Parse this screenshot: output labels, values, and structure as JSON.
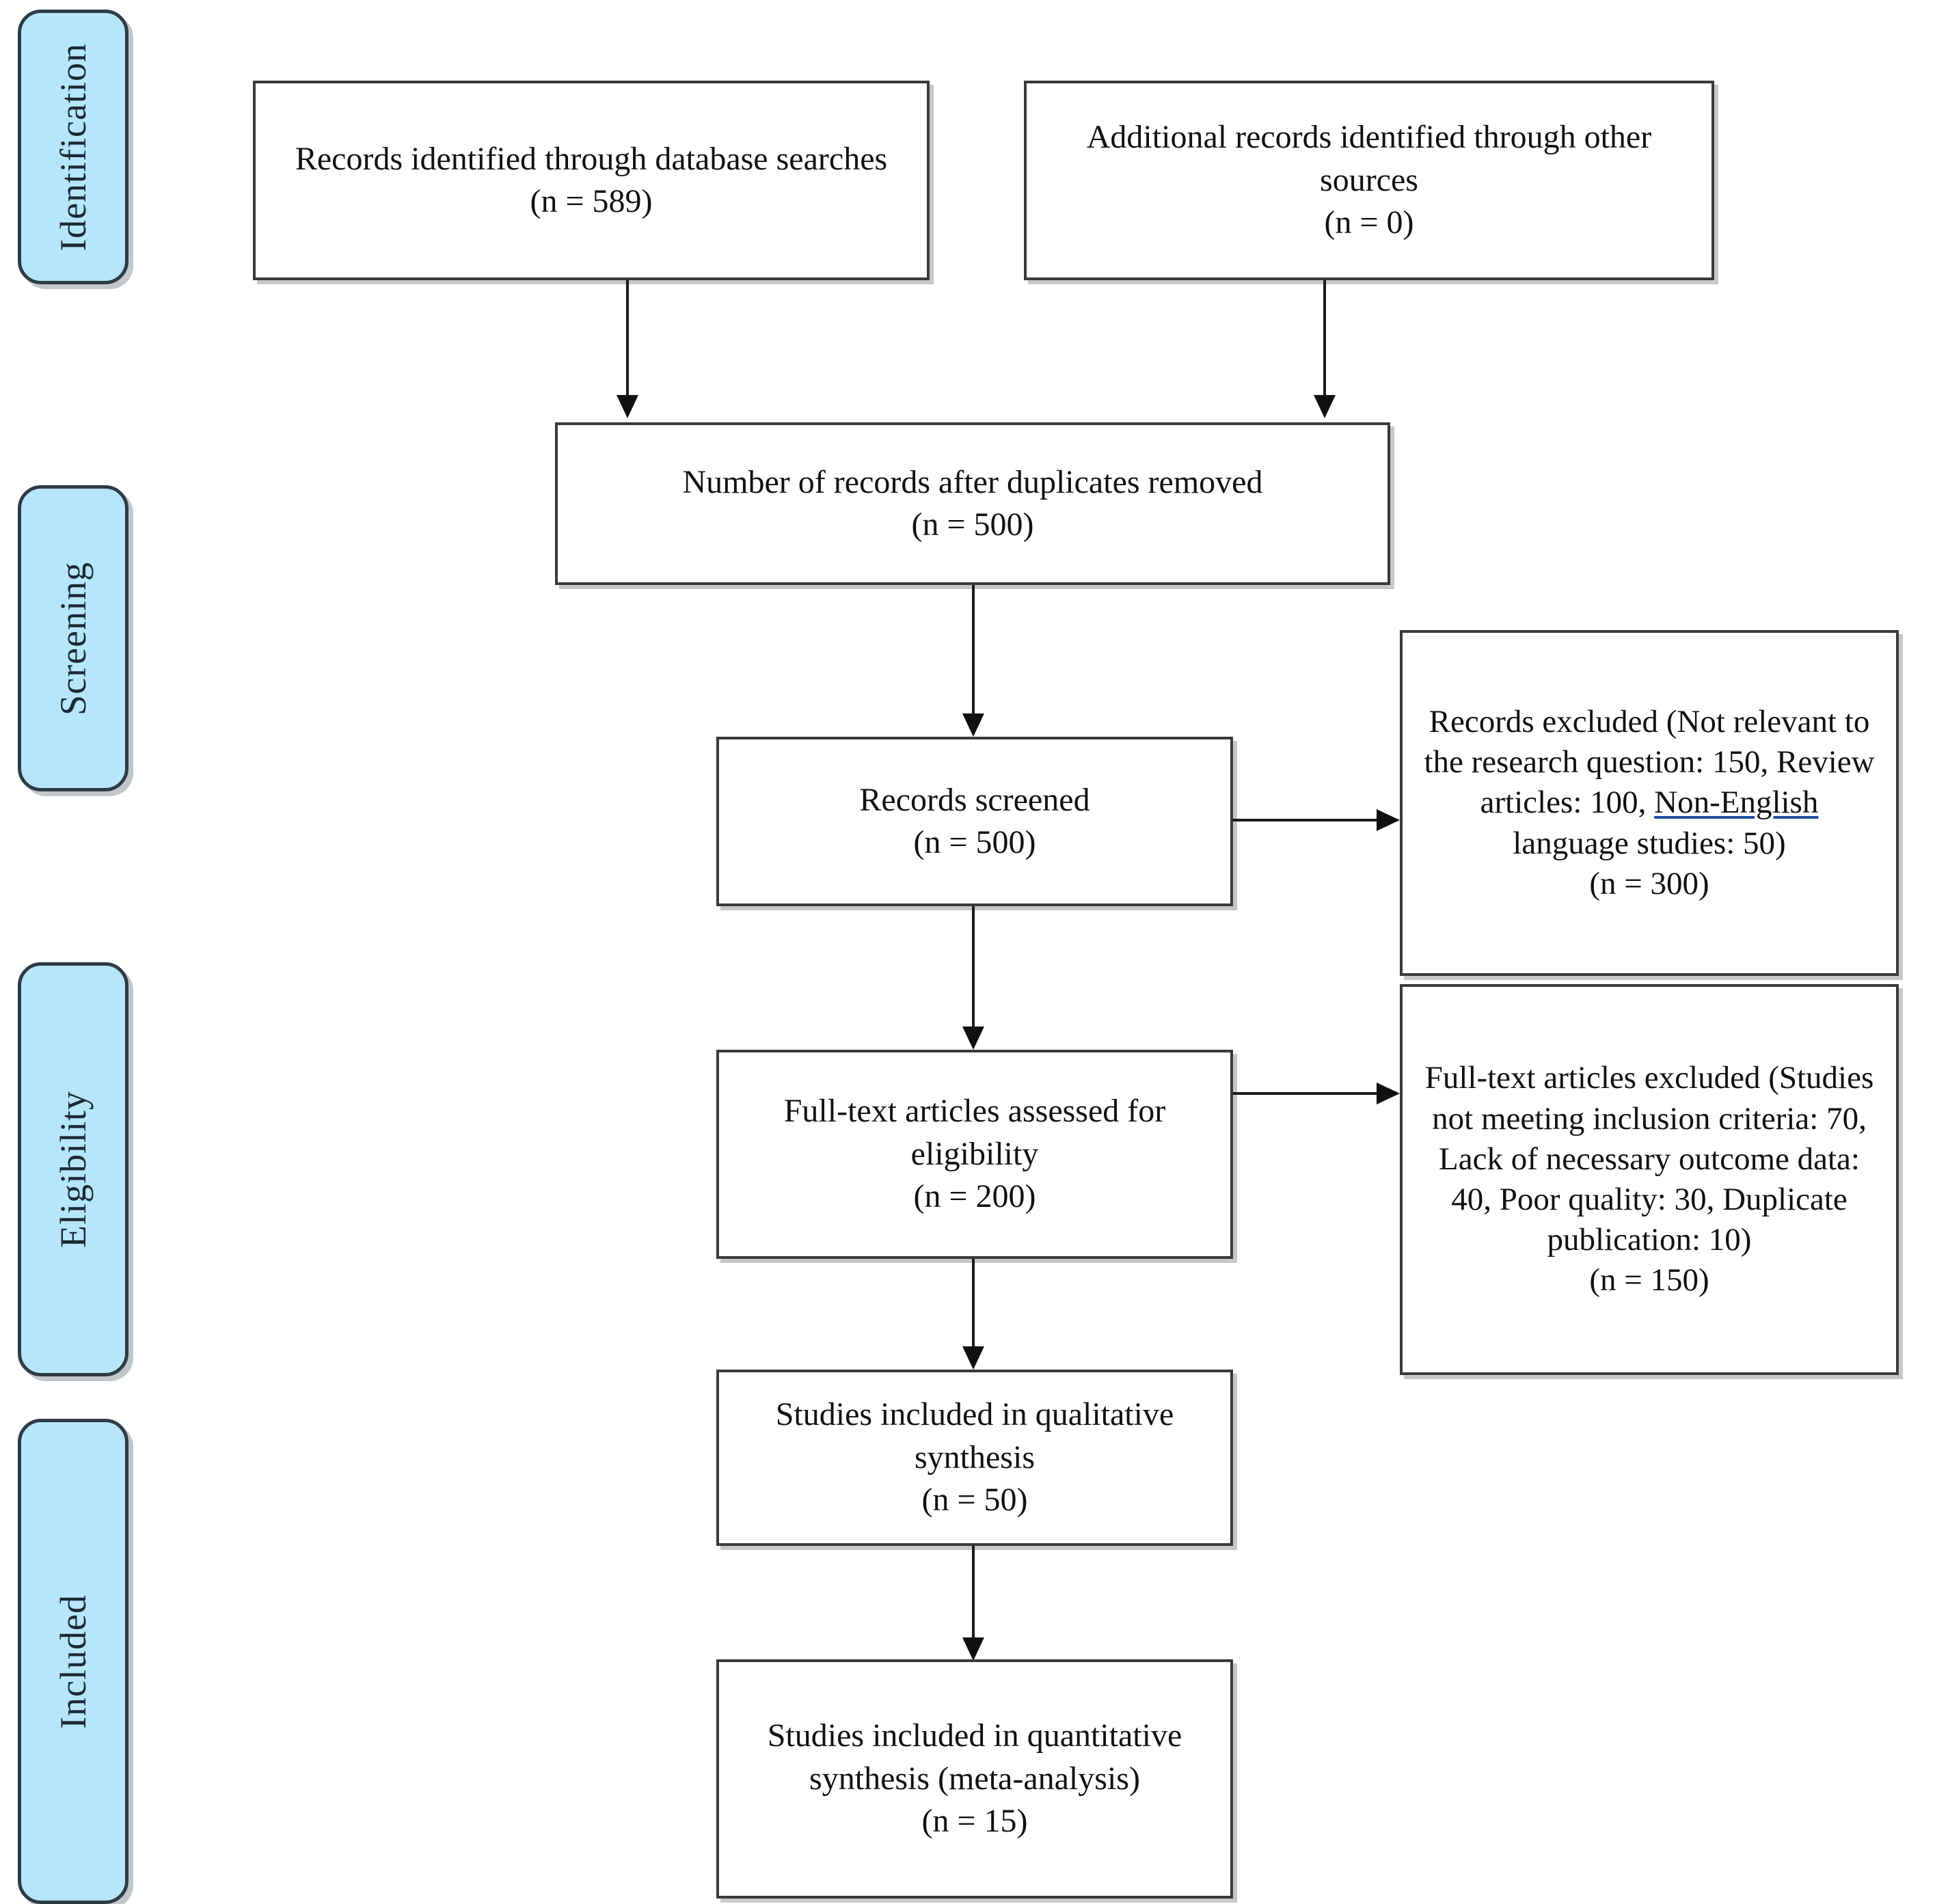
{
  "diagram": {
    "title": "PRISMA flow diagram",
    "accent_color": "#b6e6fb",
    "border_color": "#3a3a3a",
    "spellcheck_underline_color": "#1f4fa0"
  },
  "stages": [
    {
      "label": "Identification"
    },
    {
      "label": "Screening"
    },
    {
      "label": "Eligibility"
    },
    {
      "label": "Included"
    }
  ],
  "boxes": {
    "db_records": {
      "line1": "Records identified through database",
      "line2": "searches",
      "count": "(n = 589)"
    },
    "other_records": {
      "line1": "Additional records identified through",
      "line2": "other sources",
      "count": "(n = 0)"
    },
    "after_duplicates": {
      "line1": "Number of records after duplicates removed",
      "count": "(n = 500)"
    },
    "records_screened": {
      "line1": "Records screened",
      "count": "(n = 500)"
    },
    "records_excluded": {
      "line1": "Records excluded (Not",
      "line2": "relevant to the research",
      "line3": "question: 150, Review",
      "line4_pre": "articles: 100, ",
      "line4_spell": "Non-English",
      "line5": "language studies: 50)",
      "count": "(n = 300)"
    },
    "fulltext_assessed": {
      "line1": "Full-text articles assessed for",
      "line2": "eligibility",
      "count": "(n = 200)"
    },
    "fulltext_excluded": {
      "line1": "Full-text articles excluded",
      "line2": "(Studies not meeting",
      "line3": "inclusion criteria: 70, Lack of",
      "line4": "necessary outcome data: 40,",
      "line5": "Poor quality: 30, Duplicate",
      "line6": "publication: 10)",
      "count": "(n = 150)"
    },
    "qualitative": {
      "line1": "Studies included in",
      "line2": "qualitative synthesis",
      "count": "(n = 50)"
    },
    "quantitative": {
      "line1": "Studies included in",
      "line2": "quantitative synthesis (meta-",
      "line3": "analysis)",
      "count": "(n = 15)"
    }
  },
  "chart_data": {
    "type": "diagram",
    "title": "PRISMA flow diagram",
    "nodes": [
      {
        "id": "db_records",
        "stage": "Identification",
        "label": "Records identified through database searches",
        "n": 589
      },
      {
        "id": "other_records",
        "stage": "Identification",
        "label": "Additional records identified through other sources",
        "n": 0
      },
      {
        "id": "after_duplicates",
        "stage": "Identification",
        "label": "Number of records after duplicates removed",
        "n": 500
      },
      {
        "id": "records_screened",
        "stage": "Screening",
        "label": "Records screened",
        "n": 500
      },
      {
        "id": "records_excluded",
        "stage": "Screening",
        "label": "Records excluded (Not relevant to the research question: 150, Review articles: 100, Non-English language studies: 50)",
        "n": 300
      },
      {
        "id": "fulltext_assessed",
        "stage": "Eligibility",
        "label": "Full-text articles assessed for eligibility",
        "n": 200
      },
      {
        "id": "fulltext_excluded",
        "stage": "Eligibility",
        "label": "Full-text articles excluded (Studies not meeting inclusion criteria: 70, Lack of necessary outcome data: 40, Poor quality: 30, Duplicate publication: 10)",
        "n": 150
      },
      {
        "id": "qualitative",
        "stage": "Included",
        "label": "Studies included in qualitative synthesis",
        "n": 50
      },
      {
        "id": "quantitative",
        "stage": "Included",
        "label": "Studies included in quantitative synthesis (meta-analysis)",
        "n": 15
      }
    ],
    "edges": [
      {
        "from": "db_records",
        "to": "after_duplicates",
        "direction": "down"
      },
      {
        "from": "other_records",
        "to": "after_duplicates",
        "direction": "down"
      },
      {
        "from": "after_duplicates",
        "to": "records_screened",
        "direction": "down"
      },
      {
        "from": "records_screened",
        "to": "records_excluded",
        "direction": "right"
      },
      {
        "from": "records_screened",
        "to": "fulltext_assessed",
        "direction": "down"
      },
      {
        "from": "fulltext_assessed",
        "to": "fulltext_excluded",
        "direction": "right"
      },
      {
        "from": "fulltext_assessed",
        "to": "qualitative",
        "direction": "down"
      },
      {
        "from": "qualitative",
        "to": "quantitative",
        "direction": "down"
      }
    ],
    "exclusion_breakdown": {
      "screening": [
        {
          "reason": "Not relevant to the research question",
          "count": 150
        },
        {
          "reason": "Review articles",
          "count": 100
        },
        {
          "reason": "Non-English language studies",
          "count": 50
        }
      ],
      "eligibility": [
        {
          "reason": "Studies not meeting inclusion criteria",
          "count": 70
        },
        {
          "reason": "Lack of necessary outcome data",
          "count": 40
        },
        {
          "reason": "Poor quality",
          "count": 30
        },
        {
          "reason": "Duplicate publication",
          "count": 10
        }
      ]
    }
  }
}
